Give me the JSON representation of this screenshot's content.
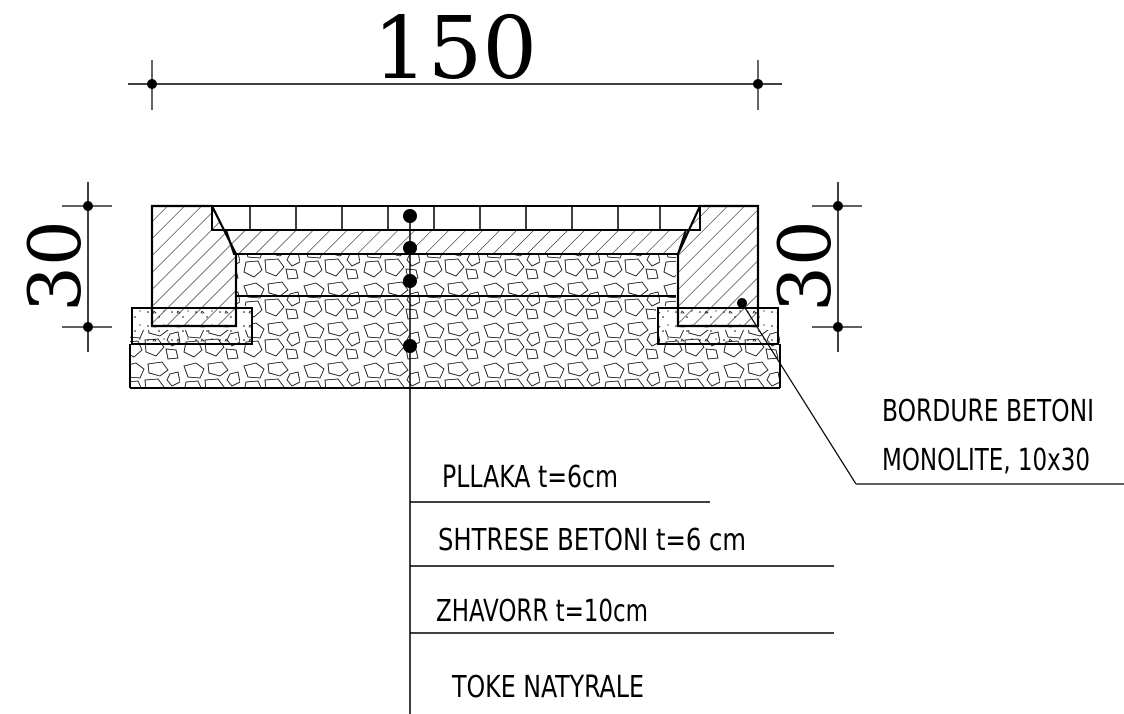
{
  "dimensions": {
    "width": "150",
    "height_left": "30",
    "height_right": "30"
  },
  "labels": {
    "layer_1": "PLLAKA t=6cm",
    "layer_2": "SHTRESE BETONI  t=6 cm",
    "layer_3": "ZHAVORR t=10cm",
    "layer_4": "TOKE NATYRALE",
    "curb_line_1": "BORDURE BETONI",
    "curb_line_2": "MONOLITE, 10x30"
  },
  "colors": {
    "ink": "#000000",
    "background": "#ffffff"
  }
}
